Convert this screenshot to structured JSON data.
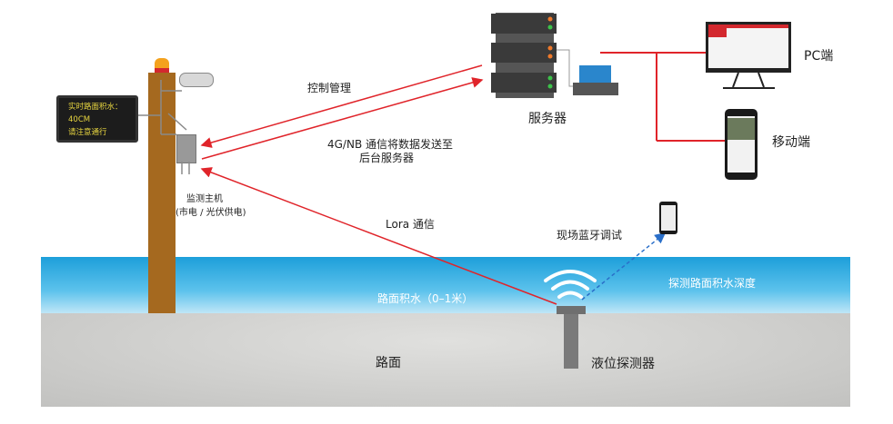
{
  "labels": {
    "control": "控制管理",
    "upload_line1": "4G/NB 通信将数据发送至",
    "upload_line2": "后台服务器",
    "host": "监测主机",
    "host_power": "(市电 / 光伏供电)",
    "lora": "Lora 通信",
    "bluetooth": "现场蓝牙调试",
    "detect_depth": "探测路面积水深度",
    "water": "路面积水（0–1米）",
    "road": "路面",
    "detector": "液位探测器",
    "server": "服务器",
    "pc": "PC端",
    "mobile": "移动端"
  },
  "sign": {
    "line1": "实时路面积水：",
    "line2": "40CM",
    "line3": "请注意通行"
  },
  "colors": {
    "arrow": "#e0242a",
    "water": "#29a9e0",
    "pole": "#a5691f",
    "ground": "#c9c9c7",
    "bluetooth": "#2a6fc9"
  }
}
